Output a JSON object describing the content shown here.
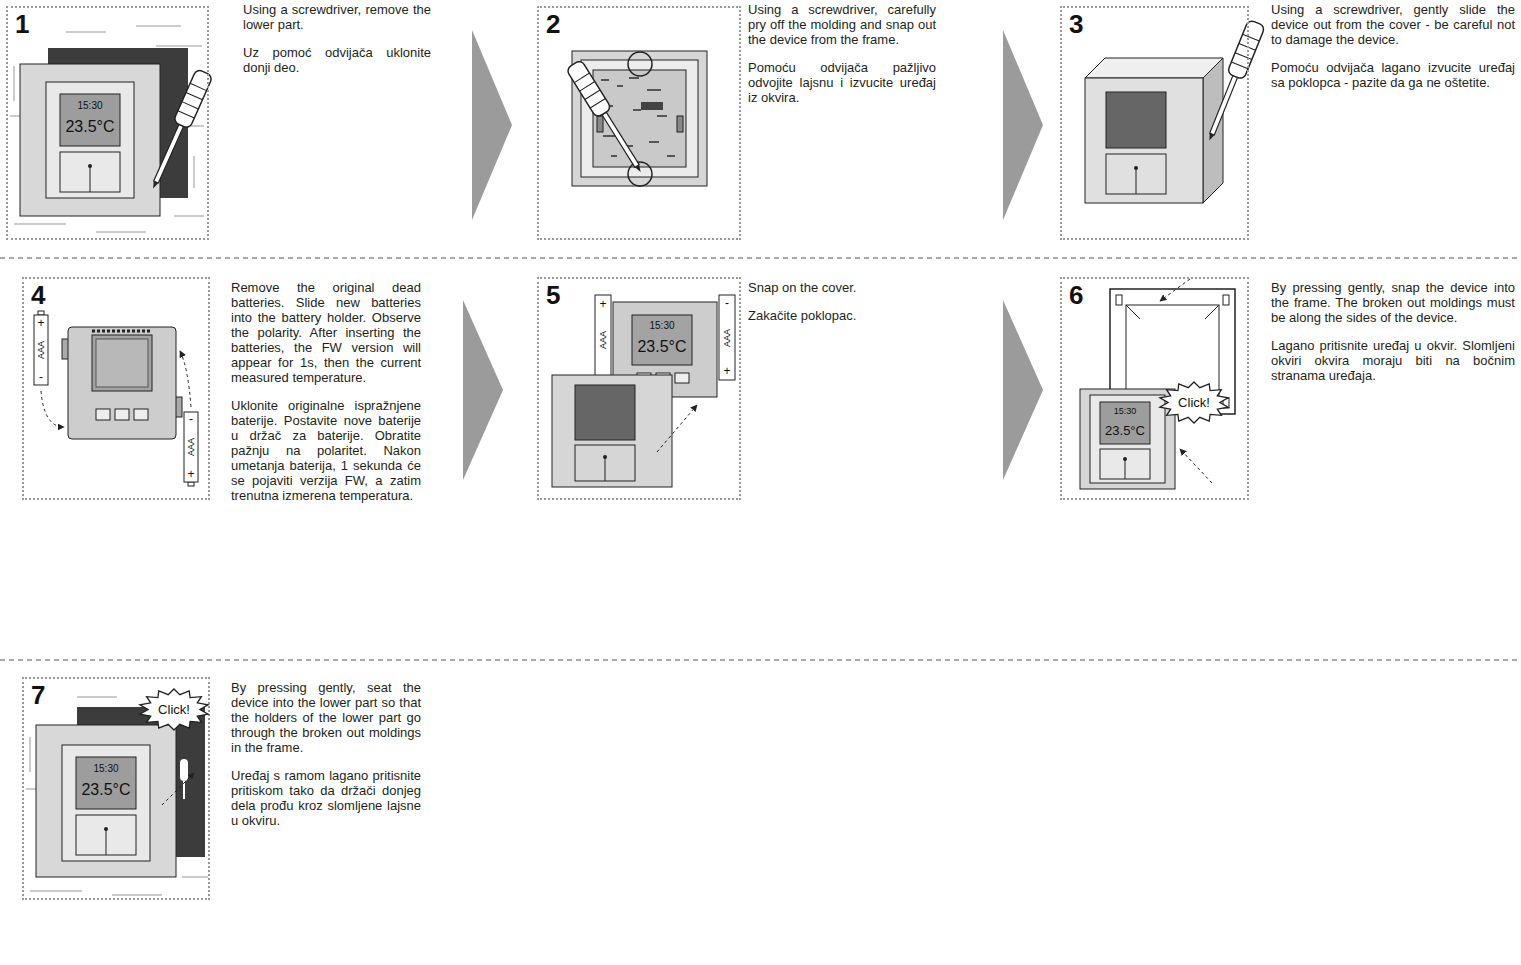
{
  "diagram": {
    "nodes": [
      {
        "text": [
          "1"
        ]
      },
      {
        "text": [
          "2"
        ]
      },
      {
        "text": [
          "3"
        ]
      },
      {
        "text": [
          "4"
        ]
      },
      {
        "text": [
          "5"
        ]
      },
      {
        "text": [
          "6"
        ]
      },
      {
        "text": [
          "Click!"
        ],
        "in": 5
      },
      {
        "text": [
          "7"
        ]
      },
      {
        "text": [
          "Click!"
        ],
        "in": 7
      }
    ],
    "labels": [
      "Using a screwdriver, remove the lower part.",
      "Uz pomoć odvijača uklonite donji deo.",
      "Using a screwdriver, carefully pry off the molding and snap out the device from the frame.",
      "Pomoću odvijača pažljivo odvojite lajsnu i izvucite uređaj iz okvira.",
      "Using a screwdriver, gently slide the device out from the cover - be careful not to damage the device.",
      "Pomoću odvijača lagano izvucite uređaj sa poklopca - pazite da ga ne oštetite.",
      "Remove the original dead batteries. Slide new batteries into the battery holder. Observe the polarity. After inserting the batteries, the FW version will appear for 1s, then the current measured temperature.",
      "Uklonite originalne ispražnjene baterije. Postavite nove baterije u držač za baterije. Obratite pažnju na polaritet. Nakon umetanja baterija, 1 sekunda će se pojaviti verzija FW, a zatim trenutna izmerena temperatura.",
      "Snap on the cover.",
      "Zakačite poklopac.",
      "By pressing gently, snap the device into the frame. The broken out moldings must be along the sides of the device.",
      "Lagano pritisnite uređaj u okvir. Slomljeni okviri okvira moraju biti na bočnim stranama uređaja.",
      "By pressing gently, seat the device into the lower part so that the holders of the lower part go through the broken out moldings in the frame.",
      "Uređaj s ramom lagano pritisnite pritiskom tako da držači donjeg dela prođu kroz slomljene lajsne u okviru.",
      "15:30",
      "23.5°C",
      "+",
      "AAA",
      "-",
      "-",
      "AAA",
      "+",
      "+",
      "AAA",
      "-",
      "AAA",
      "+",
      "15:30",
      "23.5°C",
      "15:30",
      "23.5°C",
      "15:30",
      "23.5°C"
    ]
  }
}
